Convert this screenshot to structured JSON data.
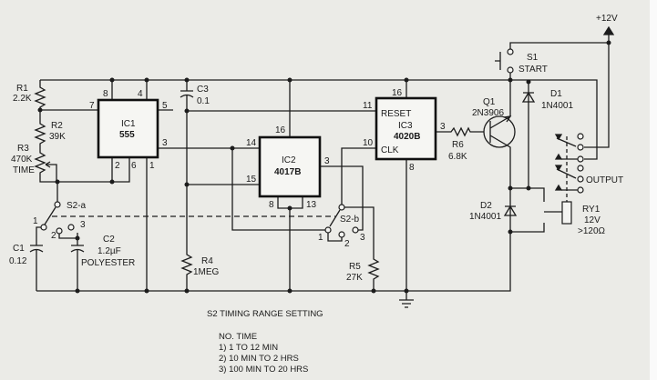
{
  "supply": "+12V",
  "ic1": {
    "name": "IC1",
    "part": "555",
    "pins": {
      "p8": "8",
      "p4": "4",
      "p7": "7",
      "p5": "5",
      "p3": "3",
      "p2": "2",
      "p6": "6",
      "p1": "1"
    }
  },
  "ic2": {
    "name": "IC2",
    "part": "4017B",
    "pins": {
      "p16": "16",
      "p14": "14",
      "p15": "15",
      "p3": "3",
      "p8": "8",
      "p13": "13"
    }
  },
  "ic3": {
    "name": "IC3",
    "part": "4020B",
    "reset": "RESET",
    "clk": "CLK",
    "pins": {
      "p16": "16",
      "p11": "11",
      "p10": "10",
      "p3": "3",
      "p8": "8"
    }
  },
  "r1": {
    "name": "R1",
    "value": "2.2K"
  },
  "r2": {
    "name": "R2",
    "value": "39K"
  },
  "r3": {
    "name": "R3",
    "value": "470K",
    "note": "TIME"
  },
  "r4": {
    "name": "R4",
    "value": "1MEG"
  },
  "r5": {
    "name": "R5",
    "value": "27K"
  },
  "r6": {
    "name": "R6",
    "value": "6.8K"
  },
  "c1": {
    "name": "C1",
    "value": "0.12"
  },
  "c2": {
    "name": "C2",
    "value": "1.2µF",
    "note": "POLYESTER"
  },
  "c3": {
    "name": "C3",
    "value": "0.1"
  },
  "s2a": {
    "name": "S2-a",
    "pos1": "1",
    "pos2": "2",
    "pos3": "3"
  },
  "s2b": {
    "name": "S2-b",
    "pos1": "1",
    "pos2": "2",
    "pos3": "3"
  },
  "s1": {
    "name": "S1",
    "note": "START"
  },
  "q1": {
    "name": "Q1",
    "part": "2N3906"
  },
  "d1": {
    "name": "D1",
    "part": "1N4001"
  },
  "d2": {
    "name": "D2",
    "part": "1N4001"
  },
  "ry1": {
    "name": "RY1",
    "voltage": "12V",
    "resistance": ">120Ω"
  },
  "output_label": "OUTPUT",
  "table": {
    "title": "S2 TIMING RANGE SETTING",
    "header": "NO. TIME",
    "rows": [
      "1) 1 TO 12 MIN",
      "2) 10 MIN TO 2 HRS",
      "3) 100 MIN TO 20 HRS"
    ]
  }
}
